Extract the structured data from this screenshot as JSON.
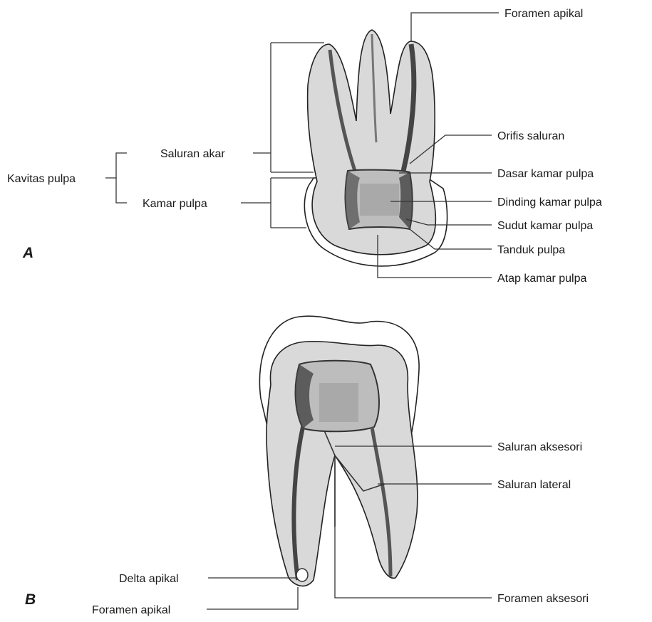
{
  "panels": {
    "a": "A",
    "b": "B"
  },
  "labels_a": {
    "kavitas_pulpa": "Kavitas pulpa",
    "saluran_akar": "Saluran akar",
    "kamar_pulpa": "Kamar pulpa",
    "foramen_apikal": "Foramen apikal",
    "orifis_saluran": "Orifis saluran",
    "dasar_kamar_pulpa": "Dasar kamar pulpa",
    "dinding_kamar_pulpa": "Dinding kamar pulpa",
    "sudut_kamar_pulpa": "Sudut kamar pulpa",
    "tanduk_pulpa": "Tanduk pulpa",
    "atap_kamar_pulpa": "Atap kamar pulpa"
  },
  "labels_b": {
    "saluran_aksesori": "Saluran aksesori",
    "saluran_lateral": "Saluran lateral",
    "delta_apikal": "Delta apikal",
    "foramen_apikal": "Foramen apikal",
    "foramen_aksesori": "Foramen aksesori"
  },
  "colors": {
    "enamel": "#ffffff",
    "dentin": "#d9d9d9",
    "pulp": "#bdbdbd",
    "pulp_shadow": "#555555",
    "outline": "#222222"
  }
}
